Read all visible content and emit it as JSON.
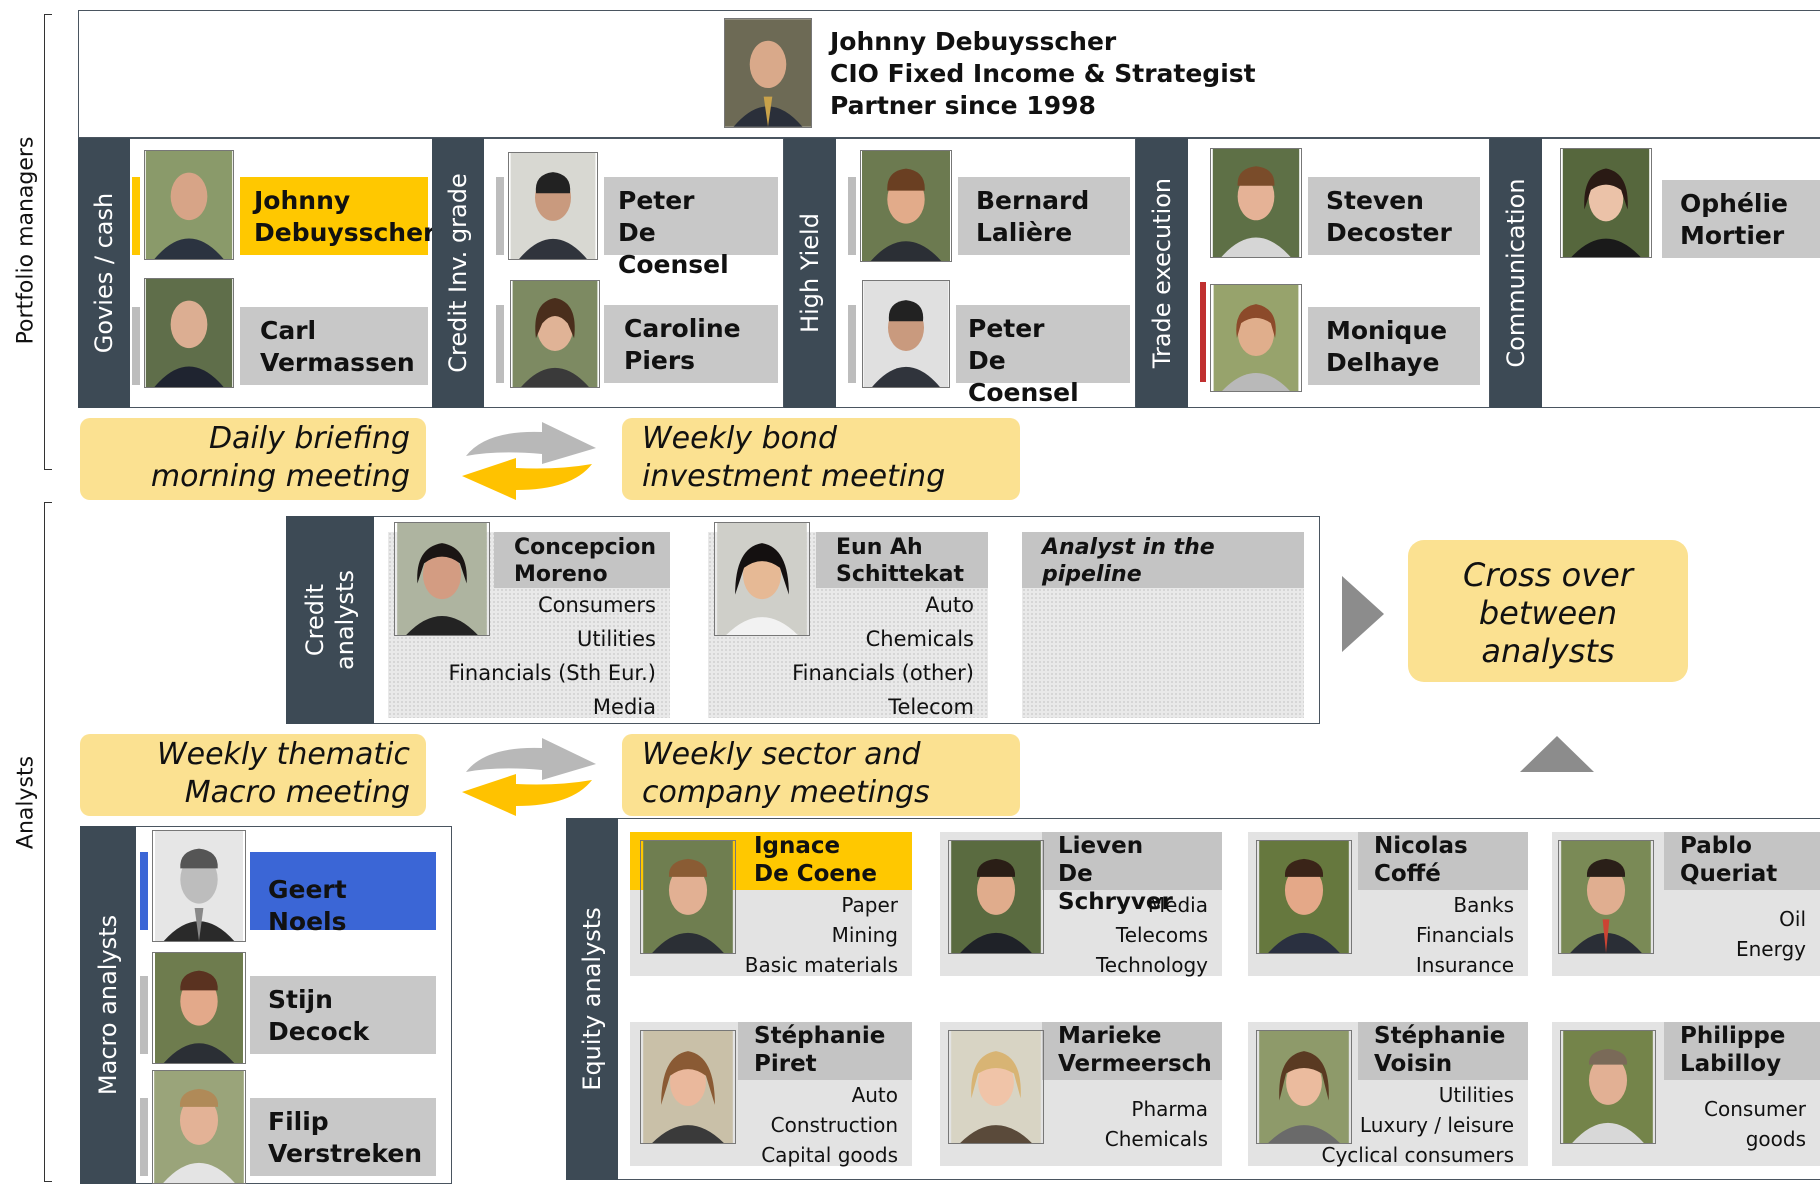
{
  "side_labels": {
    "portfolio": "Portfolio managers",
    "analysts": "Analysts"
  },
  "head": {
    "line1": "Johnny Debuysscher",
    "line2": "CIO Fixed Income & Strategist",
    "line3": "Partner since 1998"
  },
  "teams": [
    {
      "label": "Govies / cash",
      "members": [
        {
          "first": "Johnny",
          "last": "Debuysscher"
        },
        {
          "first": "Carl",
          "last": "Vermassen"
        }
      ]
    },
    {
      "label": "Credit Inv. grade",
      "members": [
        {
          "first": "Peter",
          "last": "De Coensel"
        },
        {
          "first": "Caroline",
          "last": "Piers"
        }
      ]
    },
    {
      "label": "High Yield",
      "members": [
        {
          "first": "Bernard",
          "last": "Lalière"
        },
        {
          "first": "Peter",
          "last": "De Coensel"
        }
      ]
    },
    {
      "label": "Trade execution",
      "members": [
        {
          "first": "Steven",
          "last": "Decoster"
        },
        {
          "first": "Monique",
          "last": "Delhaye"
        }
      ]
    },
    {
      "label": "Communication",
      "members": [
        {
          "first": "Ophélie",
          "last": "Mortier"
        }
      ]
    }
  ],
  "meetings_top": {
    "left1": "Daily briefing",
    "left2": "morning meeting",
    "right1": "Weekly bond",
    "right2": "investment meeting"
  },
  "credit": {
    "label1": "Credit",
    "label2": "analysts",
    "analysts": [
      {
        "first": "Concepcion",
        "last": "Moreno",
        "sectors": [
          "Consumers",
          "Utilities",
          "Financials (Sth Eur.)",
          "Media"
        ]
      },
      {
        "first": "Eun Ah",
        "last": "Schittekat",
        "sectors": [
          "Auto",
          "Chemicals",
          "Financials (other)",
          "Telecom"
        ]
      }
    ],
    "pipeline1": "Analyst in the",
    "pipeline2": "pipeline"
  },
  "cross": {
    "l1": "Cross over",
    "l2": "between",
    "l3": "analysts"
  },
  "meetings_mid": {
    "left1": "Weekly thematic",
    "left2": "Macro meeting",
    "right1": "Weekly sector and",
    "right2": "company meetings"
  },
  "macro": {
    "label": "Macro analysts",
    "members": [
      {
        "name": "Geert Noels"
      },
      {
        "first": "Stijn",
        "last": "Decock"
      },
      {
        "first": "Filip",
        "last": "Verstreken"
      }
    ]
  },
  "equity": {
    "label": "Equity analysts",
    "analysts": [
      {
        "first": "Ignace",
        "last": "De Coene",
        "sectors": [
          "Paper",
          "Mining",
          "Basic materials"
        ]
      },
      {
        "first": "Lieven",
        "last": "De Schryver",
        "sectors": [
          "Media",
          "Telecoms",
          "Technology"
        ]
      },
      {
        "first": "Nicolas",
        "last": "Coffé",
        "sectors": [
          "Banks",
          "Financials",
          "Insurance"
        ]
      },
      {
        "first": "Pablo",
        "last": "Queriat",
        "sectors": [
          "Oil",
          "Energy"
        ]
      },
      {
        "first": "Stéphanie",
        "last": "Piret",
        "sectors": [
          "Auto",
          "Construction",
          "Capital goods"
        ]
      },
      {
        "first": "Marieke",
        "last": "Vermeersch",
        "sectors": [
          "Pharma",
          "Chemicals"
        ]
      },
      {
        "first": "Stéphanie",
        "last": "Voisin",
        "sectors": [
          "Utilities",
          "Luxury / leisure",
          "Cyclical consumers"
        ]
      },
      {
        "first": "Philippe",
        "last": "Labilloy",
        "sectors": [
          "Consumer",
          "goods"
        ]
      }
    ]
  },
  "colors": {
    "tab": "#3d4a55",
    "highlight": "#ffc800",
    "meeting": "#fbe191",
    "blue": "#3b66d6",
    "name": "#c8c8c8"
  }
}
